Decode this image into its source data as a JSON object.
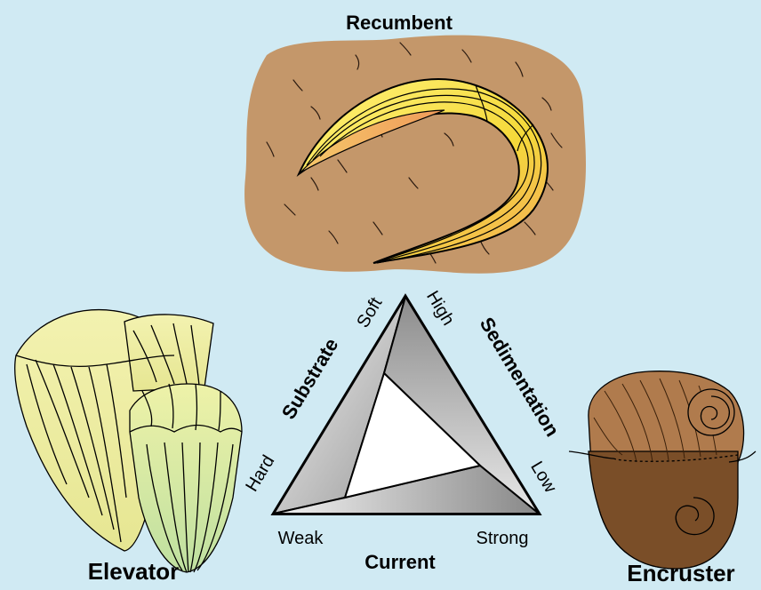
{
  "labels": {
    "recumbent": "Recumbent",
    "elevator": "Elevator",
    "encruster": "Encruster",
    "substrate": "Substrate",
    "sedimentation": "Sedimentation",
    "current": "Current",
    "soft": "Soft",
    "hard": "Hard",
    "high": "High",
    "low": "Low",
    "weak": "Weak",
    "strong": "Strong"
  },
  "colors": {
    "background": "#d0eaf3",
    "sediment": "#c4976a",
    "shell_yellow": "#f6e24a",
    "shell_orange": "#f2a85a",
    "elevator_fill": "#f0efa4",
    "elevator_green": "#cfe6a0",
    "encruster_brown": "#a9754a",
    "encruster_dark": "#7a4e28",
    "triangle_grey": "#b8b8b8"
  }
}
